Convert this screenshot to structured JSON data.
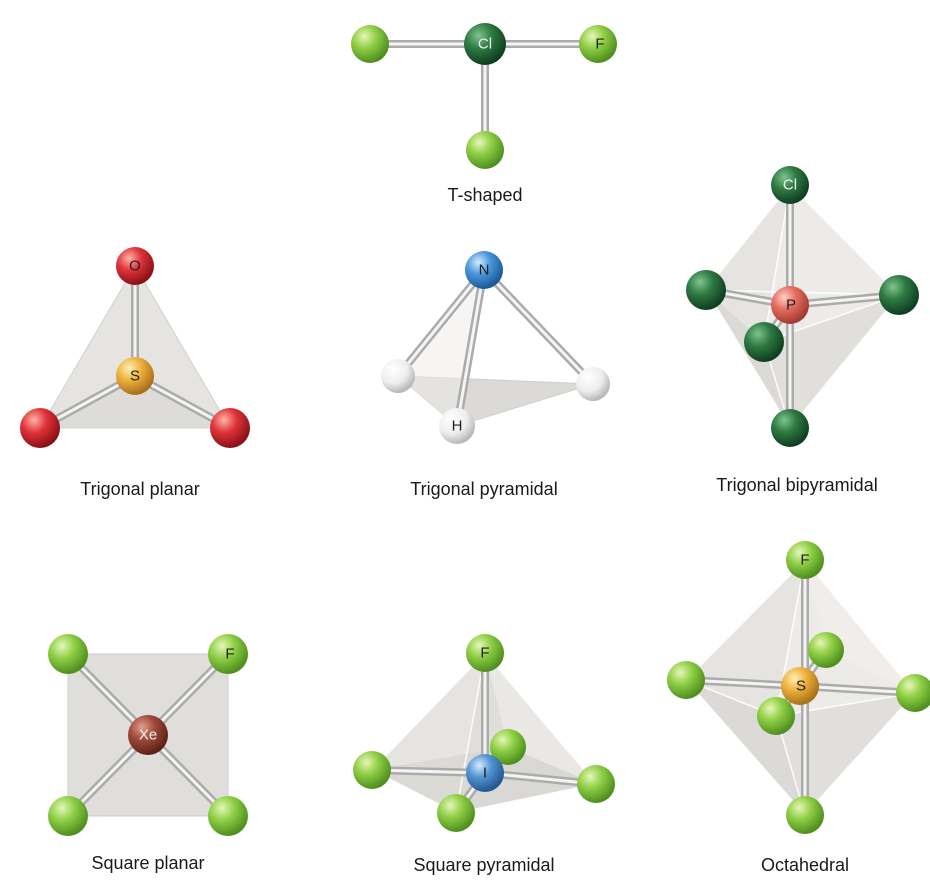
{
  "colors": {
    "fluorine_green": "#7cbf3a",
    "chlorine_dark_green": "#1f6b3a",
    "oxygen_red": "#d9323a",
    "sulfur_gold": "#e9a935",
    "nitrogen_blue": "#3f8fd6",
    "hydrogen_white": "#ececec",
    "phosphorus_salmon": "#e46a5e",
    "xenon_brown": "#9b4a3c",
    "iodine_blue": "#4e8fd0",
    "bond_gray": "#c9c9c9",
    "face_gray": "#e0deda"
  },
  "molecules": {
    "t_shaped": {
      "caption": "T-shaped",
      "center": "Cl",
      "ligand": "F"
    },
    "trigonal_planar": {
      "caption": "Trigonal planar",
      "center": "S",
      "top": "O"
    },
    "trigonal_pyramidal": {
      "caption": "Trigonal pyramidal",
      "center": "N",
      "ligand": "H"
    },
    "trigonal_bipyramidal": {
      "caption": "Trigonal bipyramidal",
      "center": "P",
      "top": "Cl"
    },
    "square_planar": {
      "caption": "Square planar",
      "center": "Xe",
      "ligand": "F"
    },
    "square_pyramidal": {
      "caption": "Square pyramidal",
      "center": "I",
      "top": "F"
    },
    "octahedral": {
      "caption": "Octahedral",
      "center": "S",
      "top": "F"
    }
  }
}
